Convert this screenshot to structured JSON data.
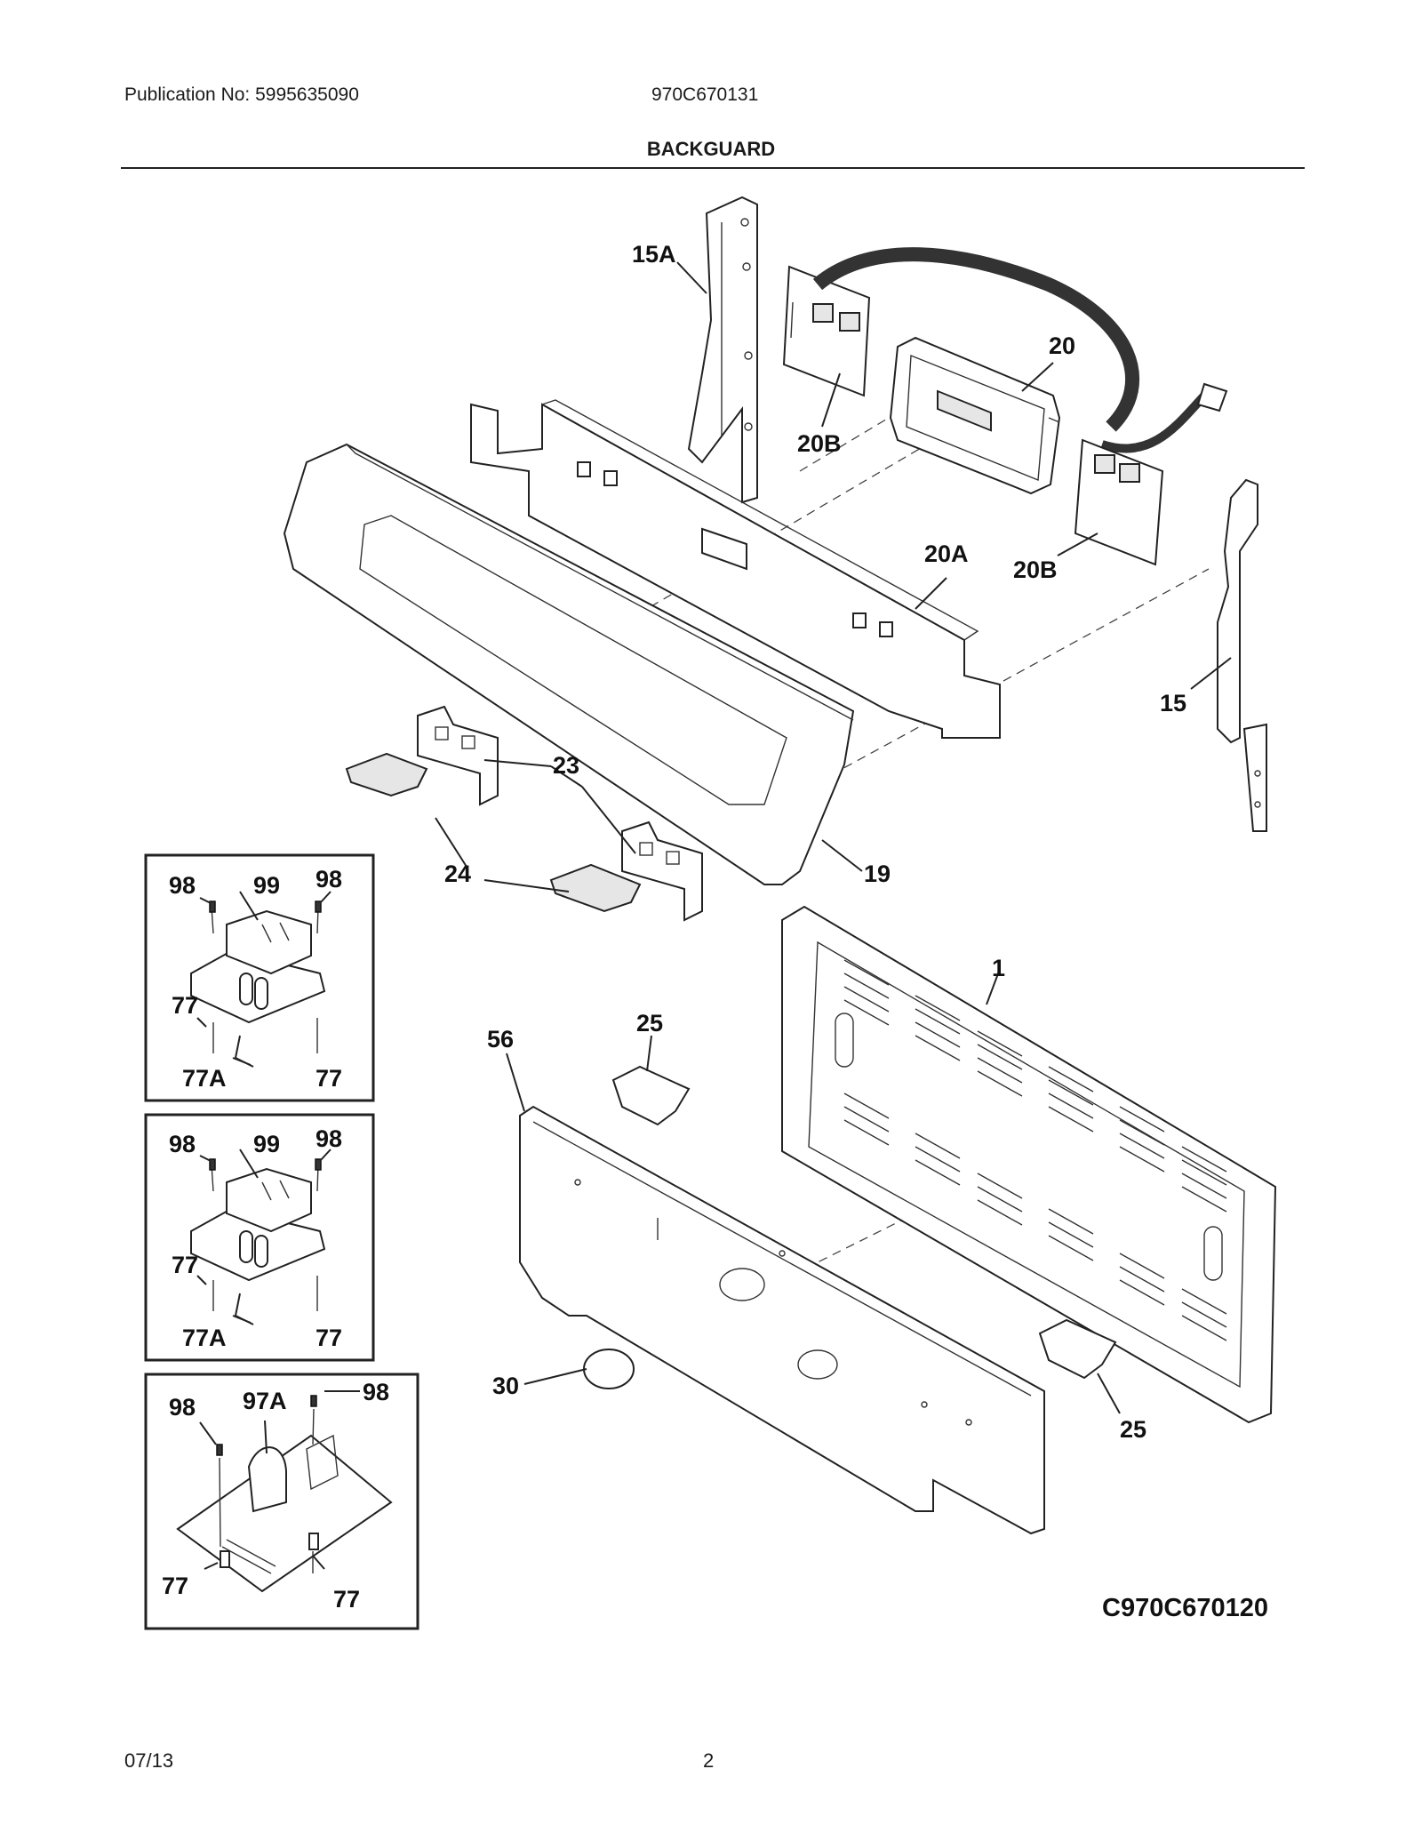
{
  "header": {
    "publication": "Publication No: 5995635090",
    "model": "970C670131",
    "title": "BACKGUARD"
  },
  "callouts": {
    "c15A": "15A",
    "c20": "20",
    "c20B_top": "20B",
    "c20A": "20A",
    "c20B_right": "20B",
    "c15": "15",
    "c23": "23",
    "c24": "24",
    "c19": "19",
    "c1": "1",
    "c56": "56",
    "c25_top": "25",
    "c25_bottom": "25",
    "c30": "30"
  },
  "inset1": {
    "a": "98",
    "b": "99",
    "c": "98",
    "d": "77",
    "e": "77A",
    "f": "77"
  },
  "inset2": {
    "a": "98",
    "b": "99",
    "c": "98",
    "d": "77",
    "e": "77A",
    "f": "77"
  },
  "inset3": {
    "a": "98",
    "b": "97A",
    "c": "98",
    "d": "77",
    "e": "77"
  },
  "drawing_id": "C970C670120",
  "footer": {
    "date": "07/13",
    "page": "2"
  }
}
